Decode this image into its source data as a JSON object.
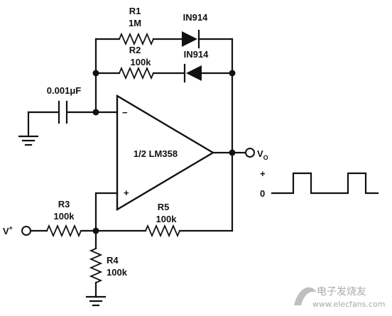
{
  "components": {
    "r1": {
      "name": "R1",
      "value": "1M"
    },
    "d1": {
      "name": "IN914"
    },
    "r2": {
      "name": "R2",
      "value": "100k"
    },
    "d2": {
      "name": "IN914"
    },
    "capacitor": {
      "value": "0.001μF"
    },
    "opamp": {
      "name": "1/2 LM358",
      "minus": "−",
      "plus": "+"
    },
    "r3": {
      "name": "R3",
      "value": "100k"
    },
    "r4": {
      "name": "R4",
      "value": "100k"
    },
    "r5": {
      "name": "R5",
      "value": "100k"
    }
  },
  "terminals": {
    "vplus": {
      "base": "V",
      "sup": "+"
    },
    "vout": {
      "base": "V",
      "sub": "O"
    }
  },
  "waveform": {
    "plus_label": "+",
    "zero_label": "0"
  },
  "watermark": {
    "cn": "电子发烧友",
    "url": "www.elecfans.com"
  }
}
